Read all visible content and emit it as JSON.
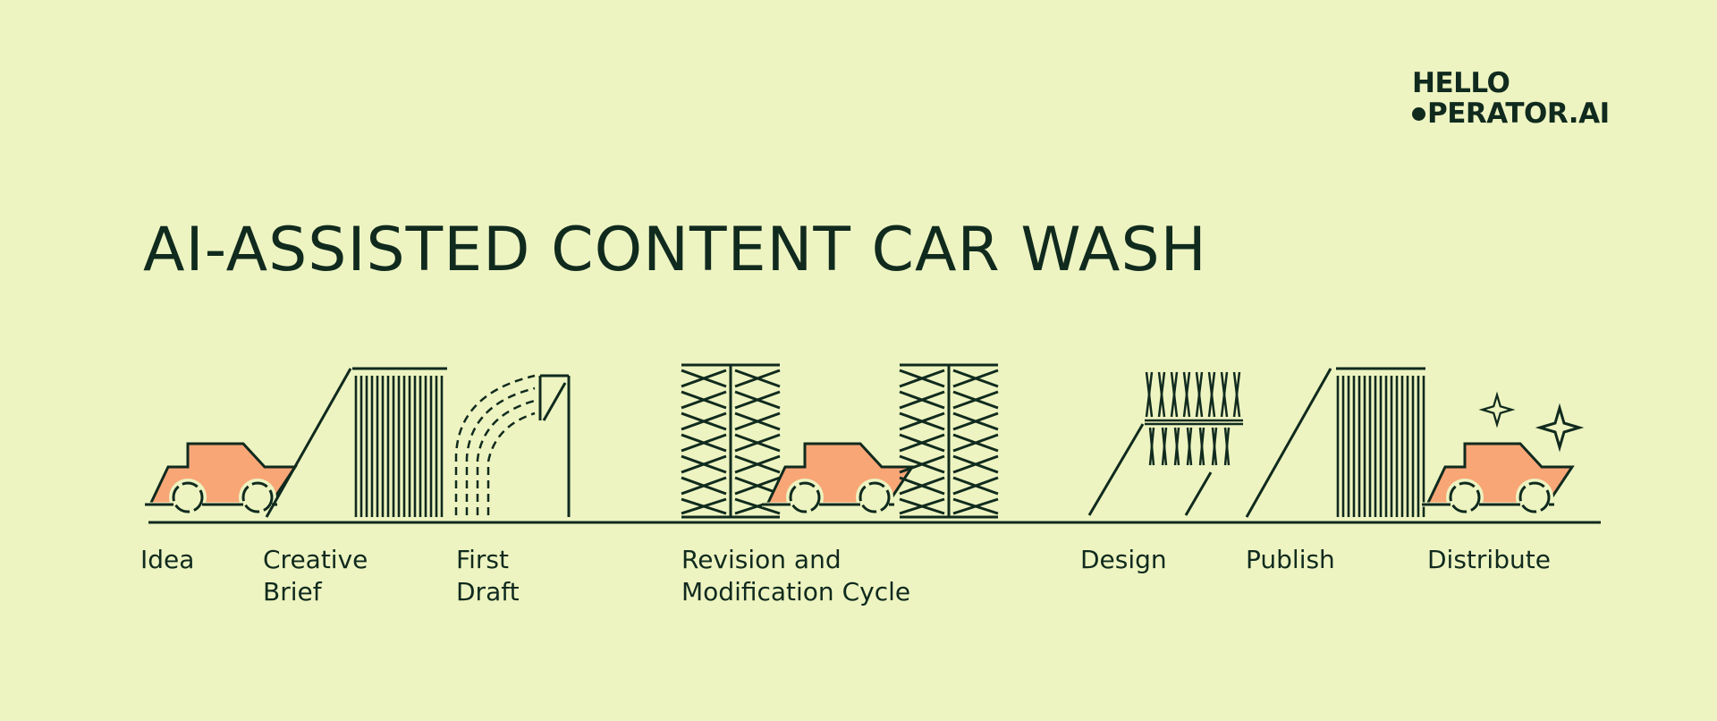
{
  "brand": {
    "line1": "HELLO",
    "line2": "PERATOR.AI"
  },
  "title": "AI-ASSISTED CONTENT CAR WASH",
  "stages": {
    "idea": "Idea",
    "creative_brief": "Creative\nBrief",
    "first_draft": "First\nDraft",
    "revision": "Revision and\nModification Cycle",
    "design": "Design",
    "publish": "Publish",
    "distribute": "Distribute"
  },
  "colors": {
    "background": "#EDF4C1",
    "ink": "#102A1E",
    "car": "#F9A677"
  },
  "icons": [
    "car-icon",
    "curtain-icon",
    "spray-arch-icon",
    "brush-icon",
    "sparkle-icon"
  ]
}
